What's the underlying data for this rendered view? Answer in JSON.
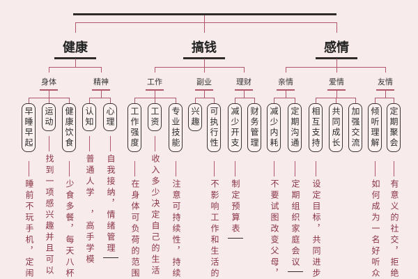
{
  "categories": [
    {
      "label": "健康",
      "subs": [
        {
          "label": "身体",
          "leaves": [
            {
              "label": "早睡早起",
              "desc": "睡前不玩手机，定闹"
            },
            {
              "label": "运动",
              "desc": "找到一项感兴趣并且可以"
            },
            {
              "label": "健康饮食",
              "desc": "少食多餐，每天八杯"
            }
          ]
        },
        {
          "label": "精神",
          "leaves": [
            {
              "label": "认知",
              "desc": "普通人学　，高手学模"
            },
            {
              "label": "心理",
              "desc": "自我接纳，情绪管理"
            }
          ]
        }
      ]
    },
    {
      "label": "搞钱",
      "subs": [
        {
          "label": "工作",
          "leaves": [
            {
              "label": "工作强度",
              "desc": "在身体可负荷的范围"
            },
            {
              "label": "工资",
              "desc": "收入多少决定自己的生活"
            },
            {
              "label": "专业技能",
              "desc": "注意可持续性，持续"
            }
          ]
        },
        {
          "label": "副业",
          "leaves": [
            {
              "label": "兴趣",
              "desc": ""
            },
            {
              "label": "可执行性",
              "desc": "不影响工作和生活的"
            }
          ]
        },
        {
          "label": "理财",
          "leaves": [
            {
              "label": "减少开支",
              "desc": "制定预算表"
            },
            {
              "label": "财务管理",
              "desc": ""
            }
          ]
        }
      ]
    },
    {
      "label": "感情",
      "subs": [
        {
          "label": "亲情",
          "leaves": [
            {
              "label": "减少内耗",
              "desc": "不要试图改变父母，"
            },
            {
              "label": "定期沟通",
              "desc": "定期组织家庭会议"
            }
          ]
        },
        {
          "label": "爱情",
          "leaves": [
            {
              "label": "相互支持",
              "desc": "设定目标，共同进步"
            },
            {
              "label": "共同成长",
              "desc": ""
            },
            {
              "label": "加强交流",
              "desc": ""
            }
          ]
        },
        {
          "label": "友情",
          "leaves": [
            {
              "label": "倾听理解",
              "desc": "如何成为一名好听众"
            },
            {
              "label": "定期聚会",
              "desc": "有意义的社交，拒绝"
            }
          ]
        }
      ]
    }
  ]
}
